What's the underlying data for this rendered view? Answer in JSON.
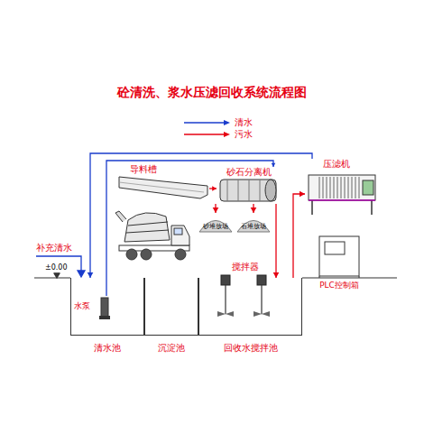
{
  "diagram": {
    "title": "砼清洗、浆水压滤回收系统流程图",
    "nodes": [
      {
        "text": [
          "导料槽"
        ]
      },
      {
        "text": [
          "砂石分离机"
        ]
      },
      {
        "text": [
          "压滤机"
        ]
      },
      {
        "text": [
          "砂堆放场"
        ]
      },
      {
        "text": [
          "石堆放场"
        ]
      },
      {
        "text": [
          "PLC控制箱"
        ]
      },
      {
        "text": [
          "清水池"
        ]
      },
      {
        "text": [
          "水泵"
        ],
        "in": 6
      },
      {
        "text": [
          "沉淀池"
        ]
      },
      {
        "text": [
          "回收水搅拌池"
        ]
      },
      {
        "text": [
          "搅拌器"
        ],
        "in": 9
      }
    ],
    "edges": [
      {
        "from": 0,
        "to": 1,
        "arrow": "to"
      },
      {
        "from": 1,
        "to": 3,
        "arrow": "to"
      },
      {
        "from": 1,
        "to": 4,
        "arrow": "to"
      },
      {
        "from": 1,
        "to": 9,
        "arrow": "to"
      },
      {
        "from": 9,
        "to": 2,
        "arrow": "to"
      },
      {
        "from": 2,
        "to": 6,
        "arrow": "to"
      },
      {
        "from": 7,
        "to": 1,
        "arrow": "to"
      }
    ],
    "labels": [
      "补充清水",
      "±0.00"
    ],
    "legend": [
      {
        "text": "清水"
      },
      {
        "text": "污水"
      }
    ]
  }
}
